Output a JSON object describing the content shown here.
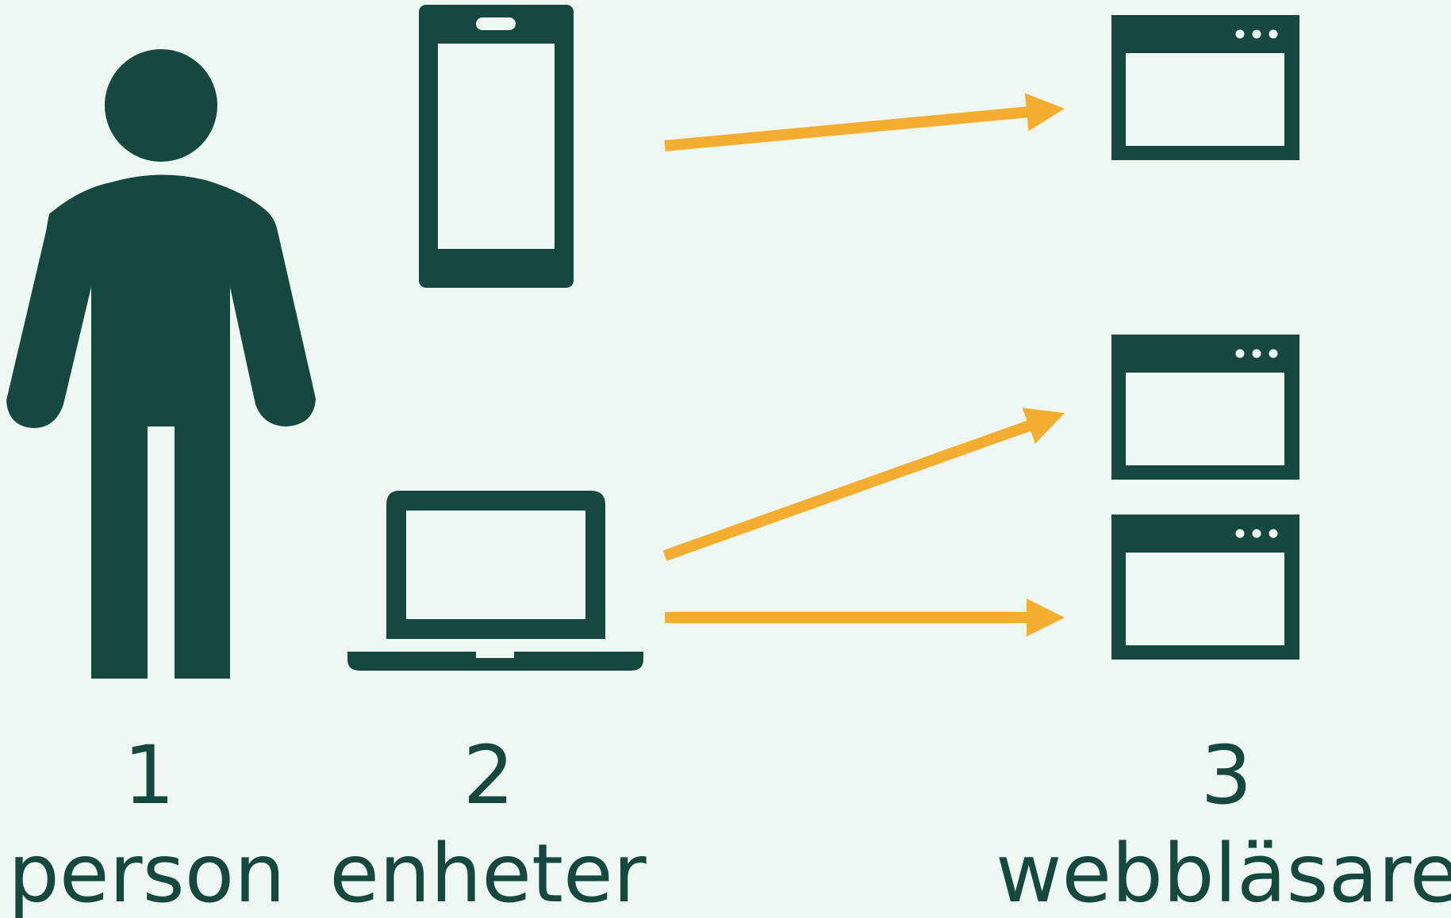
{
  "colors": {
    "background": "#eef7f2",
    "ink": "#16483f",
    "arrow": "#f3ae32"
  },
  "icons": {
    "person": "person-icon",
    "phone": "smartphone-icon",
    "laptop": "laptop-icon",
    "browser": "browser-window-icon"
  },
  "columns": [
    {
      "number": "1",
      "label": "person"
    },
    {
      "number": "2",
      "label": "enheter"
    },
    {
      "number": "3",
      "label": "webbläsare"
    }
  ],
  "counts": {
    "persons": 1,
    "devices": 2,
    "browsers": 3
  },
  "connections": [
    {
      "from": "phone",
      "to": "browser-1"
    },
    {
      "from": "laptop",
      "to": "browser-2"
    },
    {
      "from": "laptop",
      "to": "browser-3"
    }
  ]
}
